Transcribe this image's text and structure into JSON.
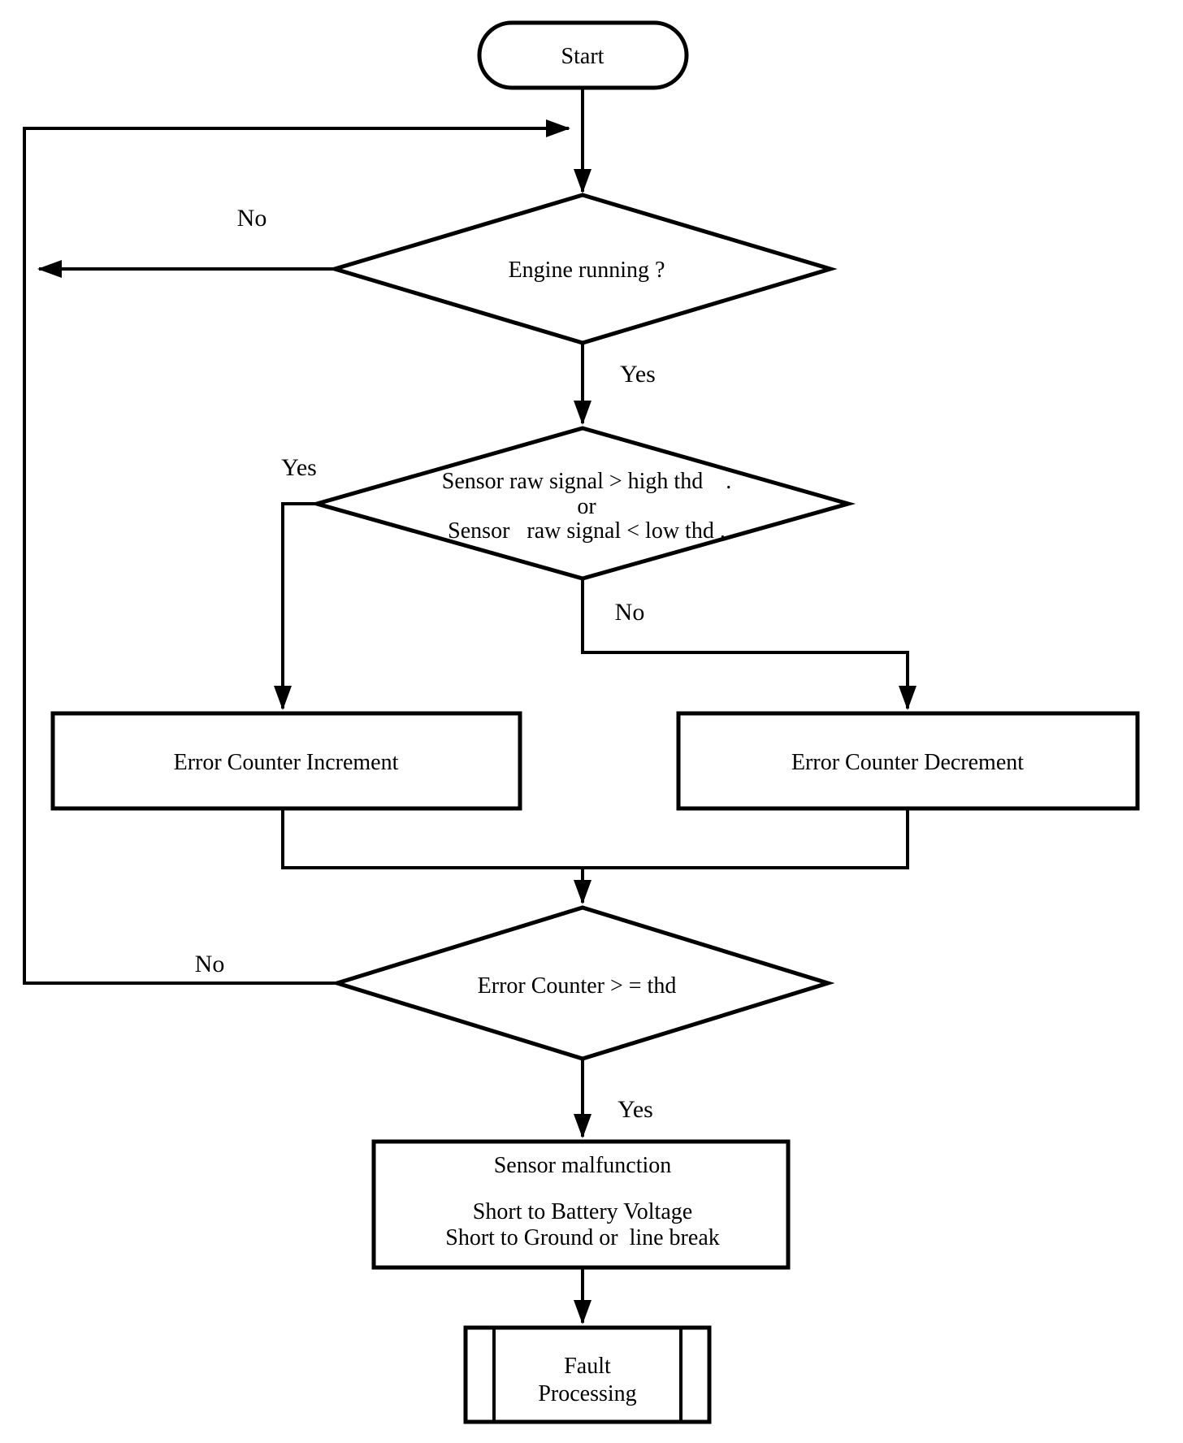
{
  "colors": {
    "ink": "#000000",
    "background": "#ffffff"
  },
  "flowchart": {
    "start": {
      "label": "Start"
    },
    "engine_decision": {
      "label": "Engine running ?",
      "no_label": "No",
      "yes_label": "Yes"
    },
    "signal_decision": {
      "line1": "Sensor raw signal > high thd    .",
      "line2": "or",
      "line3": "Sensor   raw signal < low thd .",
      "yes_label": "Yes",
      "no_label": "No"
    },
    "increment_box": {
      "label": "Error Counter Increment"
    },
    "decrement_box": {
      "label": "Error Counter Decrement"
    },
    "threshold_decision": {
      "label": "Error Counter > = thd",
      "no_label": "No",
      "yes_label": "Yes"
    },
    "malfunction_box": {
      "line1": "Sensor malfunction",
      "line2": "Short to Battery Voltage",
      "line3": "Short to Ground or  line break"
    },
    "fault_box": {
      "line1": "Fault",
      "line2": "Processing"
    }
  }
}
